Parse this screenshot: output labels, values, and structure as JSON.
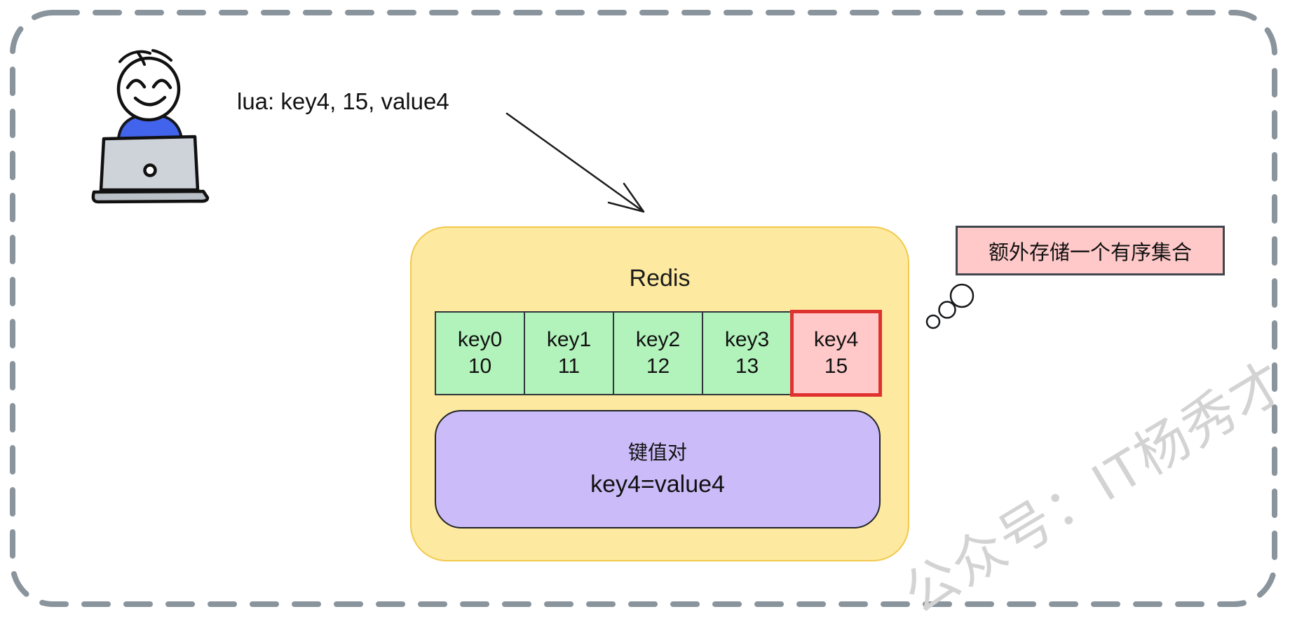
{
  "colors": {
    "canvas_border": "#8a949c",
    "redis_box_fill": "#fde9a0",
    "redis_box_border": "#f2c94e",
    "cell_green": "#b2f2bb",
    "cell_red_fill": "#ffc9c9",
    "cell_red_border": "#e03131",
    "kv_fill": "#cbbcf9",
    "callout_fill": "#ffc9c9",
    "shirt_blue": "#4263eb",
    "laptop_gray": "#ced3da",
    "watermark_gray": "#d3d3d3"
  },
  "command": {
    "text": "lua: key4, 15, value4"
  },
  "redis": {
    "title": "Redis",
    "sorted_set_cells": [
      {
        "key": "key0",
        "score": "10"
      },
      {
        "key": "key1",
        "score": "11"
      },
      {
        "key": "key2",
        "score": "12"
      },
      {
        "key": "key3",
        "score": "13"
      },
      {
        "key": "key4",
        "score": "15",
        "highlighted": true
      }
    ],
    "kv_pair": {
      "label": "键值对",
      "value": "key4=value4"
    }
  },
  "callout": {
    "text": "额外存储一个有序集合"
  },
  "watermark": {
    "text": "公众号：IT杨秀才"
  }
}
